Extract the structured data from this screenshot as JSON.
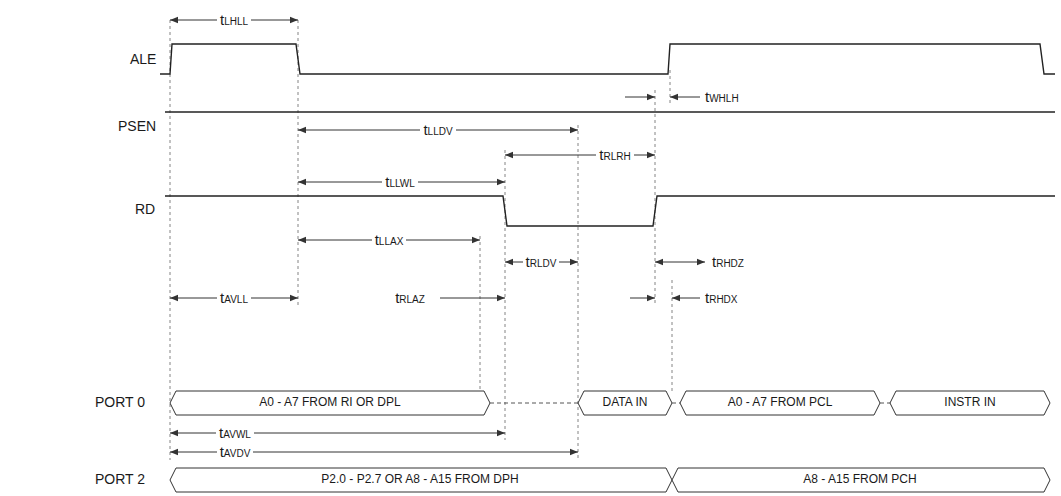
{
  "diagram": {
    "labels": [
      "ALE",
      "PSEN",
      "RD",
      "PORT 0",
      "PORT 2",
      "tLHLL",
      "tWHLH",
      "tLLDV",
      "tRLRH",
      "tLLWL",
      "tLLAX",
      "tAVLL",
      "tRLDV",
      "tRHDZ",
      "tRLAZ",
      "tRHDX",
      "tAVWL",
      "tAVDV",
      "A0 - A7 FROM RI OR DPL",
      "DATA IN",
      "A0 - A7 FROM PCL",
      "INSTR IN",
      "P2.0 - P2.7 OR A8 - A15 FROM DPH",
      "A8 - A15 FROM PCH"
    ]
  }
}
